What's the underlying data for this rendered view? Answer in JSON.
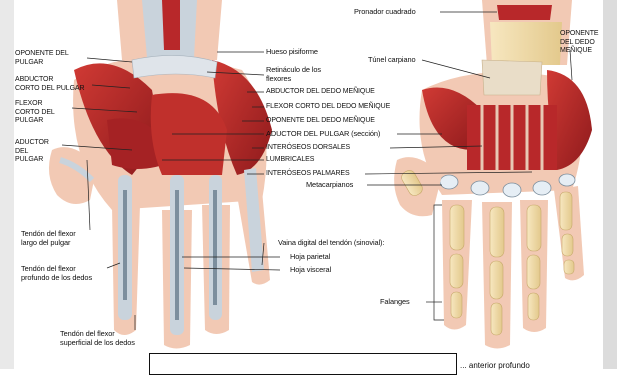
{
  "labels": {
    "oponente_pulgar": "OPONENTE DEL\nPULGAR",
    "abductor_corto_pulgar": "ABDUCTOR\nCORTO DEL PULGAR",
    "flexor_corto_pulgar": "FLEXOR\nCORTO DEL\nPULGAR",
    "aductor_pulgar": "ADUCTOR\nDEL\nPULGAR",
    "tendon_flexor_largo": "Tendón del flexor\nlargo del pulgar",
    "tendon_flexor_profundo": "Tendón del flexor\nprofundo de los dedos",
    "tendon_flexor_superficial": "Tendón del flexor\nsuperficial de los dedos",
    "hueso_pisiforme": "Hueso pisiforme",
    "retinaculo": "Retináculo de los\nflexores",
    "abductor_menique": "ABDUCTOR DEL DEDO MEÑIQUE",
    "flexor_corto_menique": "FLEXOR CORTO DEL DEDO MEÑIQUE",
    "oponente_menique": "OPONENTE DEL DEDO MEÑIQUE",
    "aductor_pulgar_seccion": "ADUCTOR DEL PULGAR (sección)",
    "interoseos_dorsales": "INTERÓSEOS DORSALES",
    "lumbricales": "LUMBRICALES",
    "interoseos_palmares": "INTERÓSEOS PALMARES",
    "metacarpianos": "Metacarpianos",
    "vaina_digital": "Vaina digital del tendón (sinovial):",
    "hoja_parietal": "Hoja parietal",
    "hoja_visceral": "Hoja visceral",
    "falanges": "Falanges",
    "pronador_cuadrado": "Pronador cuadrado",
    "tunel_carpiano": "Túnel carpiano",
    "oponente_menique_right": "OPONENTE\nDEL DEDO\nMEÑIQUE"
  },
  "cut_caption": "... anterior profundo",
  "colors": {
    "muscle": "#b8282a",
    "muscle_dark": "#8e1a1c",
    "tendon": "#c9d3dc",
    "bone": "#f0dfb0",
    "skin": "#f2c9b4",
    "label_line": "#222222"
  }
}
